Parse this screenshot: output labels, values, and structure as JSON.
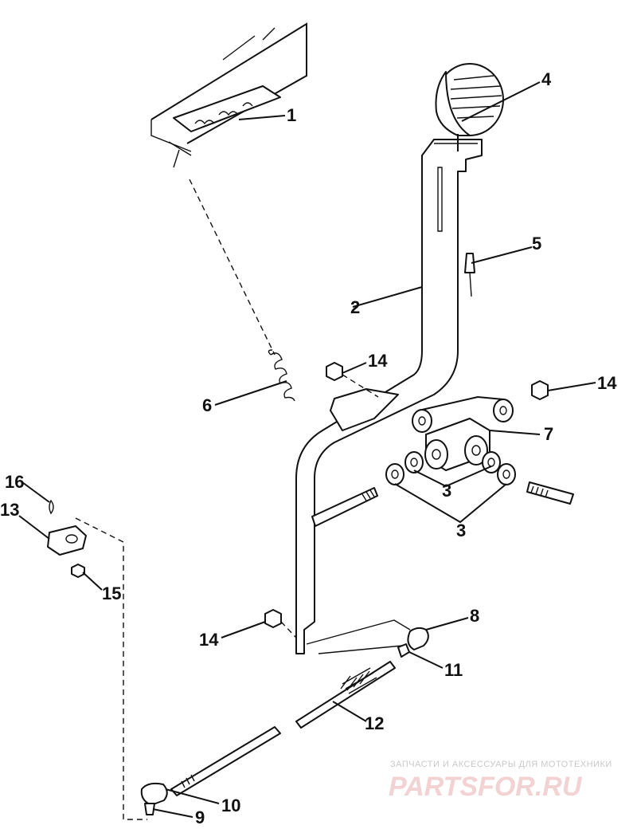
{
  "diagram": {
    "callouts": {
      "c1": "1",
      "c2": "2",
      "c3a": "3",
      "c3b": "3",
      "c4": "4",
      "c5": "5",
      "c6": "6",
      "c7": "7",
      "c8": "8",
      "c9": "9",
      "c10": "10",
      "c11": "11",
      "c12": "12",
      "c13": "13",
      "c14a": "14",
      "c14b": "14",
      "c14c": "14",
      "c15": "15",
      "c16": "16"
    }
  },
  "watermark": {
    "tagline": "ЗАПЧАСТИ И АКСЕССУАРЫ ДЛЯ МОТОТЕХНИКИ",
    "brand": "PARTSFOR.RU"
  }
}
